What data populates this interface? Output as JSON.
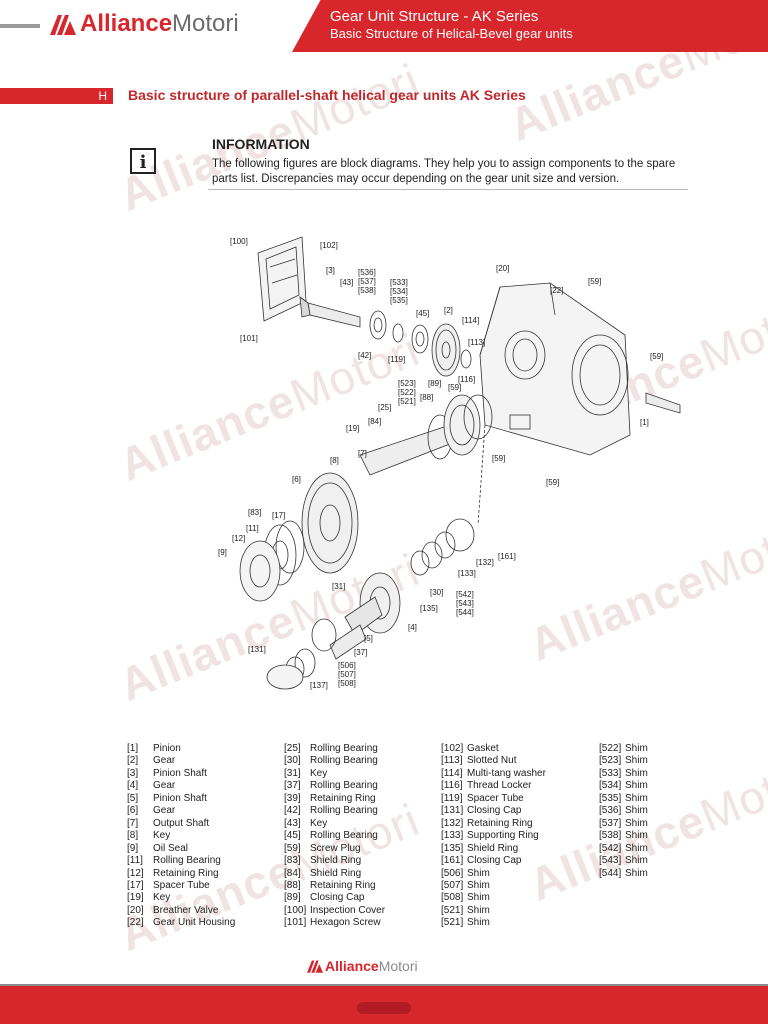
{
  "brand": {
    "part_a": "Alliance",
    "part_b": "Motori"
  },
  "header": {
    "title": "Gear Unit Structure - AK Series",
    "subtitle": "Basic Structure of Helical-Bevel gear units"
  },
  "section": {
    "letter": "H",
    "title": "Basic structure of parallel-shaft helical gear units AK Series"
  },
  "info": {
    "icon": "i",
    "title": "INFORMATION",
    "text": "The following figures are block diagrams. They help you to assign components to the spare parts list. Discrepancies may occur depending on the gear unit size and version."
  },
  "diagram_labels": [
    "[100]",
    "[102]",
    "[3]",
    "[536]",
    "[537]",
    "[538]",
    "[43]",
    "[533]",
    "[534]",
    "[535]",
    "[101]",
    "[45]",
    "[2]",
    "[114]",
    "[113]",
    "[42]",
    "[119]",
    "[20]",
    "[22]",
    "[59]",
    "[59]",
    "[523]",
    "[522]",
    "[521]",
    "[89]",
    "[59]",
    "[88]",
    "[116]",
    "[1]",
    "[25]",
    "[84]",
    "[19]",
    "[7]",
    "[8]",
    "[59]",
    "[59]",
    "[6]",
    "[83]",
    "[17]",
    "[11]",
    "[12]",
    "[9]",
    "[161]",
    "[132]",
    "[133]",
    "[31]",
    "[30]",
    "[542]",
    "[543]",
    "[544]",
    "[135]",
    "[4]",
    "[5]",
    "[37]",
    "[131]",
    "[506]",
    "[507]",
    "[508]",
    "[137]"
  ],
  "parts": [
    [
      [
        "[1]",
        "Pinion"
      ],
      [
        "[2]",
        "Gear"
      ],
      [
        "[3]",
        "Pinion Shaft"
      ],
      [
        "[4]",
        "Gear"
      ],
      [
        "[5]",
        "Pinion Shaft"
      ],
      [
        "[6]",
        "Gear"
      ],
      [
        "[7]",
        "Output Shaft"
      ],
      [
        "[8]",
        "Key"
      ],
      [
        "[9]",
        "Oil Seal"
      ],
      [
        "[11]",
        "Rolling Bearing"
      ],
      [
        "[12]",
        "Retaining Ring"
      ],
      [
        "[17]",
        "Spacer Tube"
      ],
      [
        "[19]",
        "Key"
      ],
      [
        "[20]",
        "Breather Valve"
      ],
      [
        "[22]",
        "Gear Unit Housing"
      ]
    ],
    [
      [
        "[25]",
        "Rolling Bearing"
      ],
      [
        "[30]",
        "Rolling Bearing"
      ],
      [
        "[31]",
        "Key"
      ],
      [
        "[37]",
        "Rolling Bearing"
      ],
      [
        "[39]",
        "Retaining Ring"
      ],
      [
        "[42]",
        "Rolling Bearing"
      ],
      [
        "[43]",
        "Key"
      ],
      [
        "[45]",
        "Rolling Bearing"
      ],
      [
        "[59]",
        "Screw Plug"
      ],
      [
        "[83]",
        "Shield Ring"
      ],
      [
        "[84]",
        "Shield Ring"
      ],
      [
        "[88]",
        "Retaining Ring"
      ],
      [
        "[89]",
        "Closing Cap"
      ],
      [
        "[100]",
        "Inspection Cover"
      ],
      [
        "[101]",
        "Hexagon Screw"
      ]
    ],
    [
      [
        "[102]",
        "Gasket"
      ],
      [
        "[113]",
        "Slotted Nut"
      ],
      [
        "[114]",
        "Multi-tang washer"
      ],
      [
        "[116]",
        "Thread Locker"
      ],
      [
        "[119]",
        "Spacer Tube"
      ],
      [
        "[131]",
        "Closing Cap"
      ],
      [
        "[132]",
        "Retaining Ring"
      ],
      [
        "[133]",
        "Supporting Ring"
      ],
      [
        "[135]",
        "Shield Ring"
      ],
      [
        "[161]",
        "Closing Cap"
      ],
      [
        "[506]",
        "Shim"
      ],
      [
        "[507]",
        "Shim"
      ],
      [
        "[508]",
        "Shim"
      ],
      [
        "[521]",
        "Shim"
      ],
      [
        "[521]",
        "Shim"
      ]
    ],
    [
      [
        "[522]",
        "Shim"
      ],
      [
        "[523]",
        "Shim"
      ],
      [
        "[533]",
        "Shim"
      ],
      [
        "[534]",
        "Shim"
      ],
      [
        "[535]",
        "Shim"
      ],
      [
        "[536]",
        "Shim"
      ],
      [
        "[537]",
        "Shim"
      ],
      [
        "[538]",
        "Shim"
      ],
      [
        "[542]",
        "Shim"
      ],
      [
        "[543]",
        "Shim"
      ],
      [
        "[544]",
        "Shim"
      ]
    ]
  ]
}
